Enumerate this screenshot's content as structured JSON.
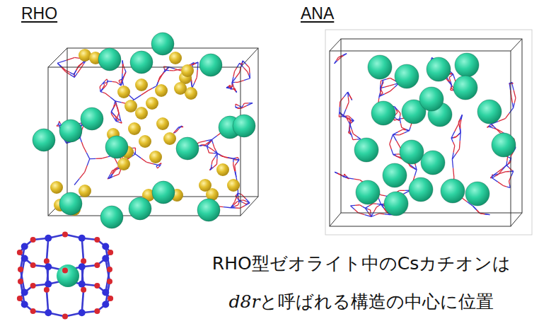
{
  "diagram": {
    "labels": [
      "RHO",
      "ANA",
      "RHO型ゼオライト中のCsカチオンは",
      "d8r",
      "と呼ばれる構造の中心に位置"
    ]
  }
}
